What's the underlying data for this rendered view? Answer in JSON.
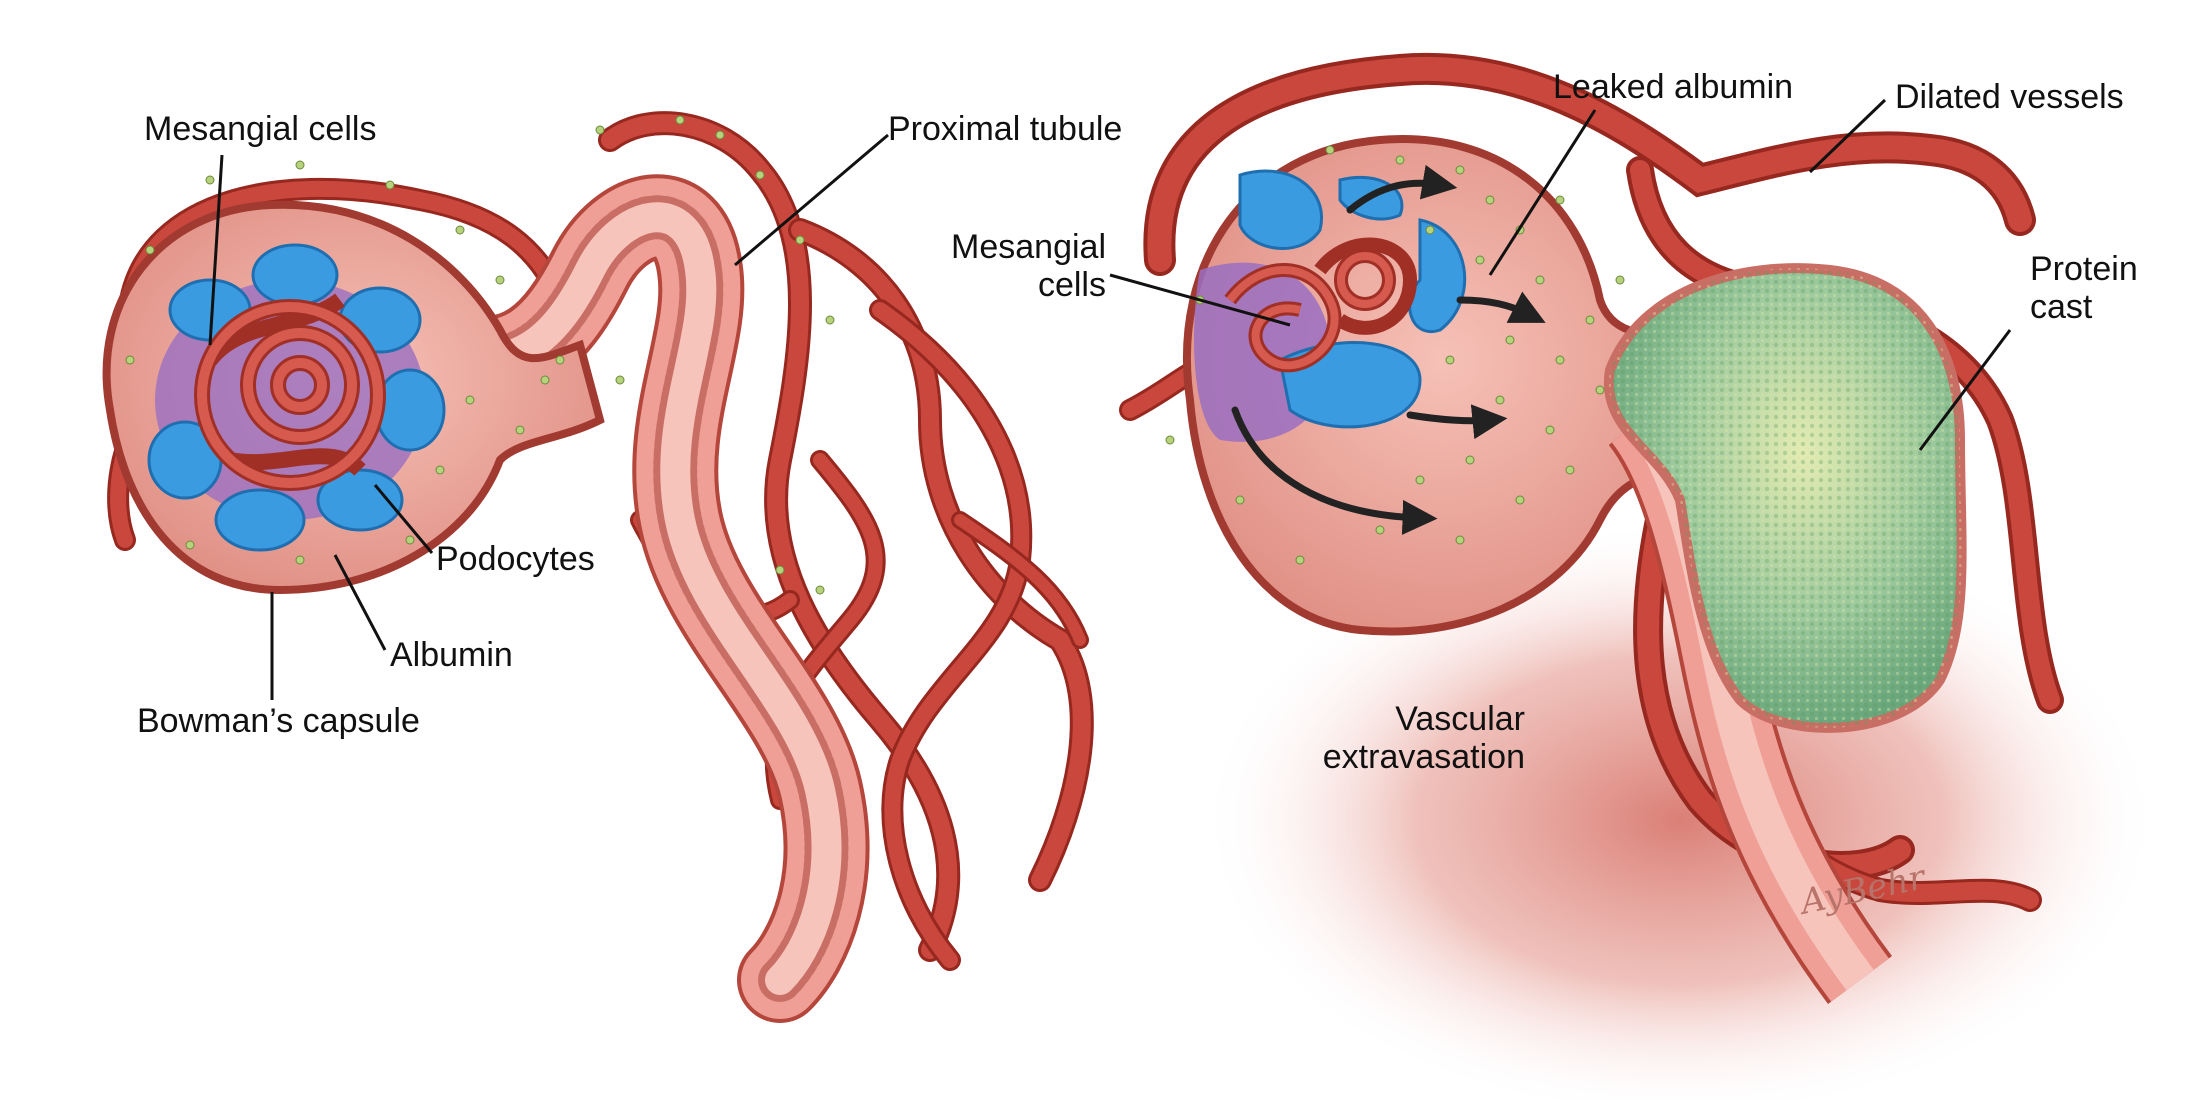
{
  "labels": {
    "left": {
      "mesangial_cells": "Mesangial cells",
      "proximal_tubule": "Proximal tubule",
      "podocytes": "Podocytes",
      "albumin": "Albumin",
      "bowmans_capsule": "Bowman’s capsule"
    },
    "right": {
      "leaked_albumin": "Leaked albumin",
      "dilated_vessels": "Dilated vessels",
      "mesangial_cells": "Mesangial cells",
      "protein_cast": "Protein cast",
      "vascular_extravasation": "Vascular extravasation"
    }
  },
  "signature": "AyBehr",
  "colors": {
    "vessel": "#c9473c",
    "vessel_edge": "#97281f",
    "tissue": "#eea79d",
    "podocyte": "#3a9be0",
    "mesangium": "#9a6fc2",
    "albumin": "#b7d27c",
    "protein_cast": "#8fc29a"
  }
}
